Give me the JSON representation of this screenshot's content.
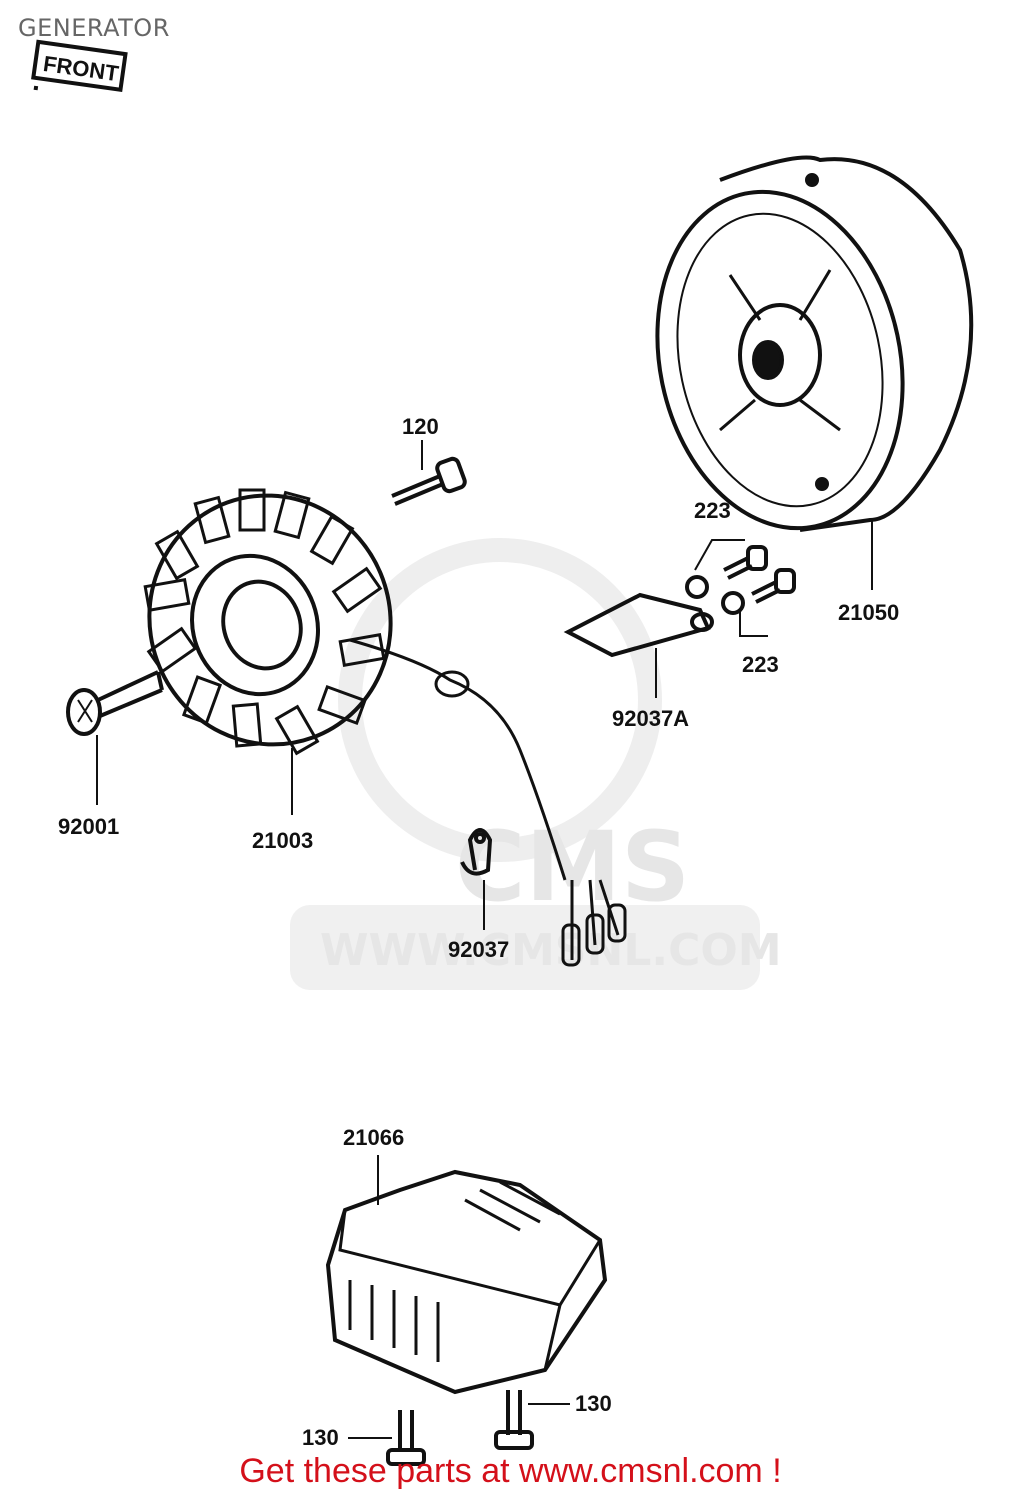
{
  "page": {
    "title": "GENERATOR"
  },
  "front_marker": "FRONT",
  "watermark": {
    "brand": "CMS",
    "site": "WWW.CMSNL.COM"
  },
  "callouts": {
    "bolt_120": "120",
    "stator_21003": "21003",
    "rotor_21050": "21050",
    "screw_92001": "92001",
    "plate_92037A": "92037A",
    "clamp_92037": "92037",
    "nut_223_upper": "223",
    "nut_223_lower": "223",
    "regulator_21066": "21066",
    "bolt_130_right": "130",
    "bolt_130_left": "130"
  },
  "footer": {
    "text": "Get these parts at www.cmsnl.com !"
  },
  "colors": {
    "ink": "#111111",
    "footer": "#d4101a",
    "watermark": "#e6e6e6"
  }
}
